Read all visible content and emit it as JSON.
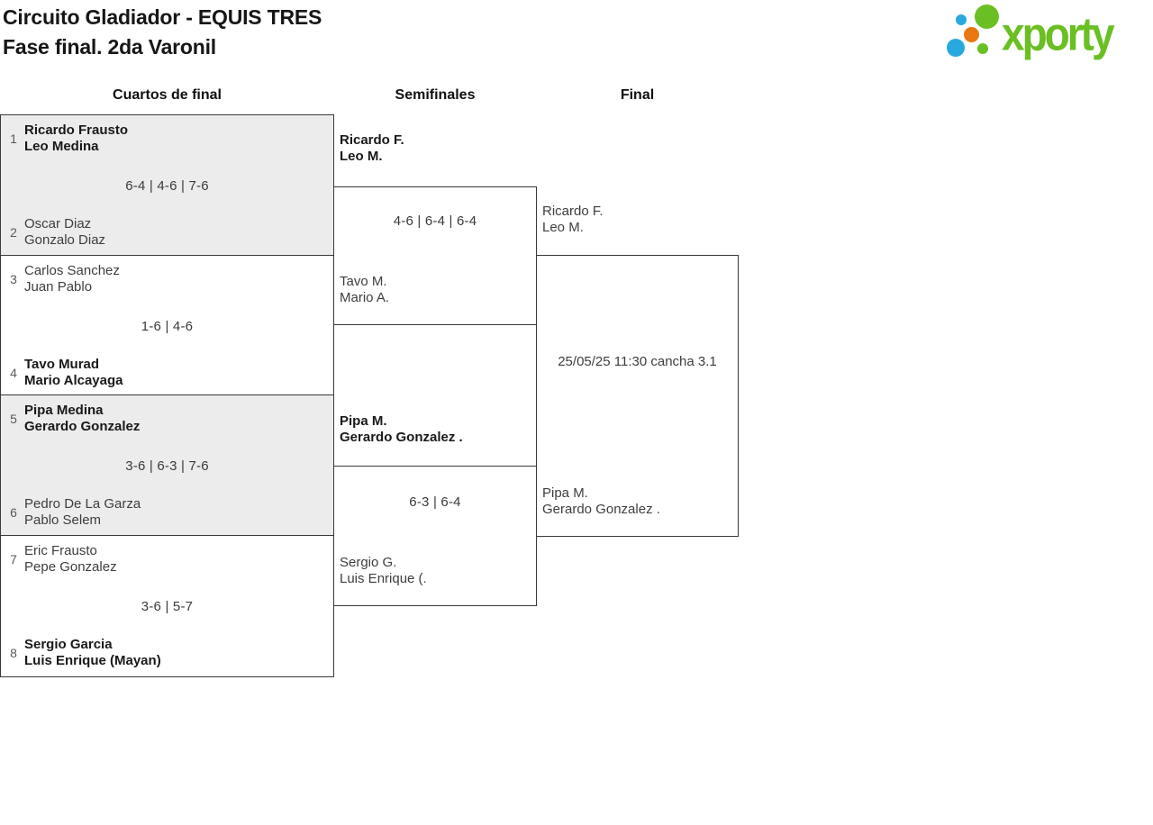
{
  "page": {
    "title_line1": "Circuito Gladiador - EQUIS TRES",
    "title_line2": "Fase final. 2da Varonil"
  },
  "logo": {
    "wordmark": "xporty",
    "colors": {
      "green": "#6abf23",
      "blue": "#29a8e0",
      "orange": "#e87613"
    }
  },
  "round_headers": {
    "quarterfinals": "Cuartos de final",
    "semifinals": "Semifinales",
    "final": "Final"
  },
  "quarterfinals": [
    {
      "seed_top": "1",
      "top_line1": "Ricardo Frausto",
      "top_line2": "Leo Medina",
      "top_winner": true,
      "score": "6-4 | 4-6 | 7-6",
      "seed_bottom": "2",
      "bottom_line1": "Oscar Diaz",
      "bottom_line2": "Gonzalo Diaz",
      "bottom_winner": false
    },
    {
      "seed_top": "3",
      "top_line1": "Carlos Sanchez",
      "top_line2": "Juan Pablo",
      "top_winner": false,
      "score": "1-6 | 4-6",
      "seed_bottom": "4",
      "bottom_line1": "Tavo Murad",
      "bottom_line2": "Mario Alcayaga",
      "bottom_winner": true
    },
    {
      "seed_top": "5",
      "top_line1": "Pipa Medina",
      "top_line2": "Gerardo Gonzalez",
      "top_winner": true,
      "score": "3-6 | 6-3 | 7-6",
      "seed_bottom": "6",
      "bottom_line1": "Pedro De La Garza",
      "bottom_line2": "Pablo Selem",
      "bottom_winner": false
    },
    {
      "seed_top": "7",
      "top_line1": "Eric Frausto",
      "top_line2": "Pepe Gonzalez",
      "top_winner": false,
      "score": "3-6 | 5-7",
      "seed_bottom": "8",
      "bottom_line1": "Sergio Garcia",
      "bottom_line2": "Luis Enrique (Mayan)",
      "bottom_winner": true
    }
  ],
  "semifinals": [
    {
      "top_line1": "Ricardo F.",
      "top_line2": "Leo M.",
      "top_winner": true,
      "score": "4-6 | 6-4 | 6-4",
      "bottom_line1": "Tavo M.",
      "bottom_line2": "Mario A.",
      "bottom_winner": false
    },
    {
      "top_line1": "Pipa M.",
      "top_line2": "Gerardo Gonzalez .",
      "top_winner": true,
      "score": "6-3 | 6-4",
      "bottom_line1": "Sergio G.",
      "bottom_line2": "Luis Enrique (.",
      "bottom_winner": false
    }
  ],
  "final": {
    "top_line1": "Ricardo F.",
    "top_line2": "Leo M.",
    "schedule": "25/05/25 11:30 cancha 3.1",
    "bottom_line1": "Pipa M.",
    "bottom_line2": "Gerardo Gonzalez ."
  },
  "colors": {
    "border": "#383838",
    "match_alt_bg": "#ececec",
    "winner_text": "#191919",
    "regular_text": "#3e3e3e"
  }
}
